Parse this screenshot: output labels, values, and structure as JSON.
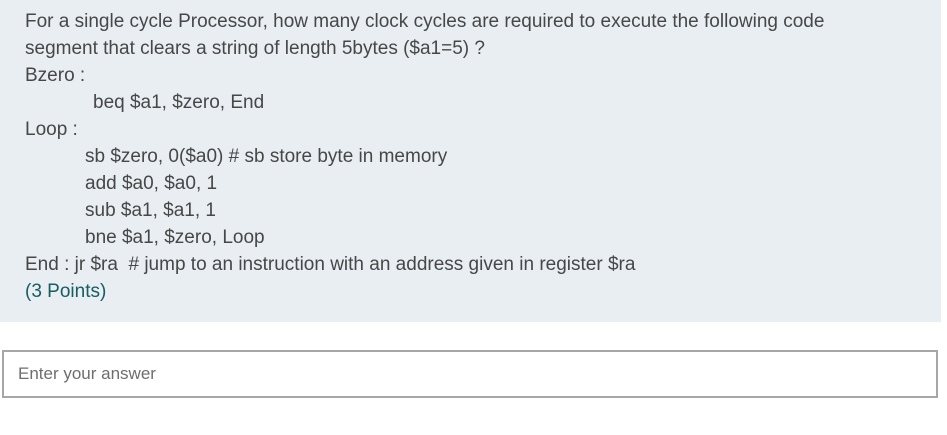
{
  "theme": {
    "panel_background": "#e8eef2",
    "question_text_color": "#474747",
    "points_color": "#175d63",
    "input_border_color": "#a6a6a6",
    "placeholder_color": "#6e6e6e"
  },
  "question": {
    "lines": [
      {
        "text": "For a single cycle Processor, how many clock cycles are required to execute the following code",
        "indent": 0
      },
      {
        "text": "segment that clears a string of length 5bytes ($a1=5) ?",
        "indent": 0
      },
      {
        "text": "Bzero :",
        "indent": 0
      },
      {
        "text": "beq $a1, $zero, End",
        "indent": 2
      },
      {
        "text": "Loop :",
        "indent": 0
      },
      {
        "text": "sb $zero, 0($a0) # sb store byte in memory",
        "indent": 1
      },
      {
        "text": "add $a0, $a0, 1",
        "indent": 1
      },
      {
        "text": "sub $a1, $a1, 1",
        "indent": 1
      },
      {
        "text": "bne $a1, $zero, Loop",
        "indent": 1
      },
      {
        "text": "End : jr $ra  # jump to an instruction with an address given in register $ra",
        "indent": 0
      }
    ],
    "points_label": "(3 Points)"
  },
  "answer": {
    "placeholder": "Enter your answer",
    "value": ""
  }
}
